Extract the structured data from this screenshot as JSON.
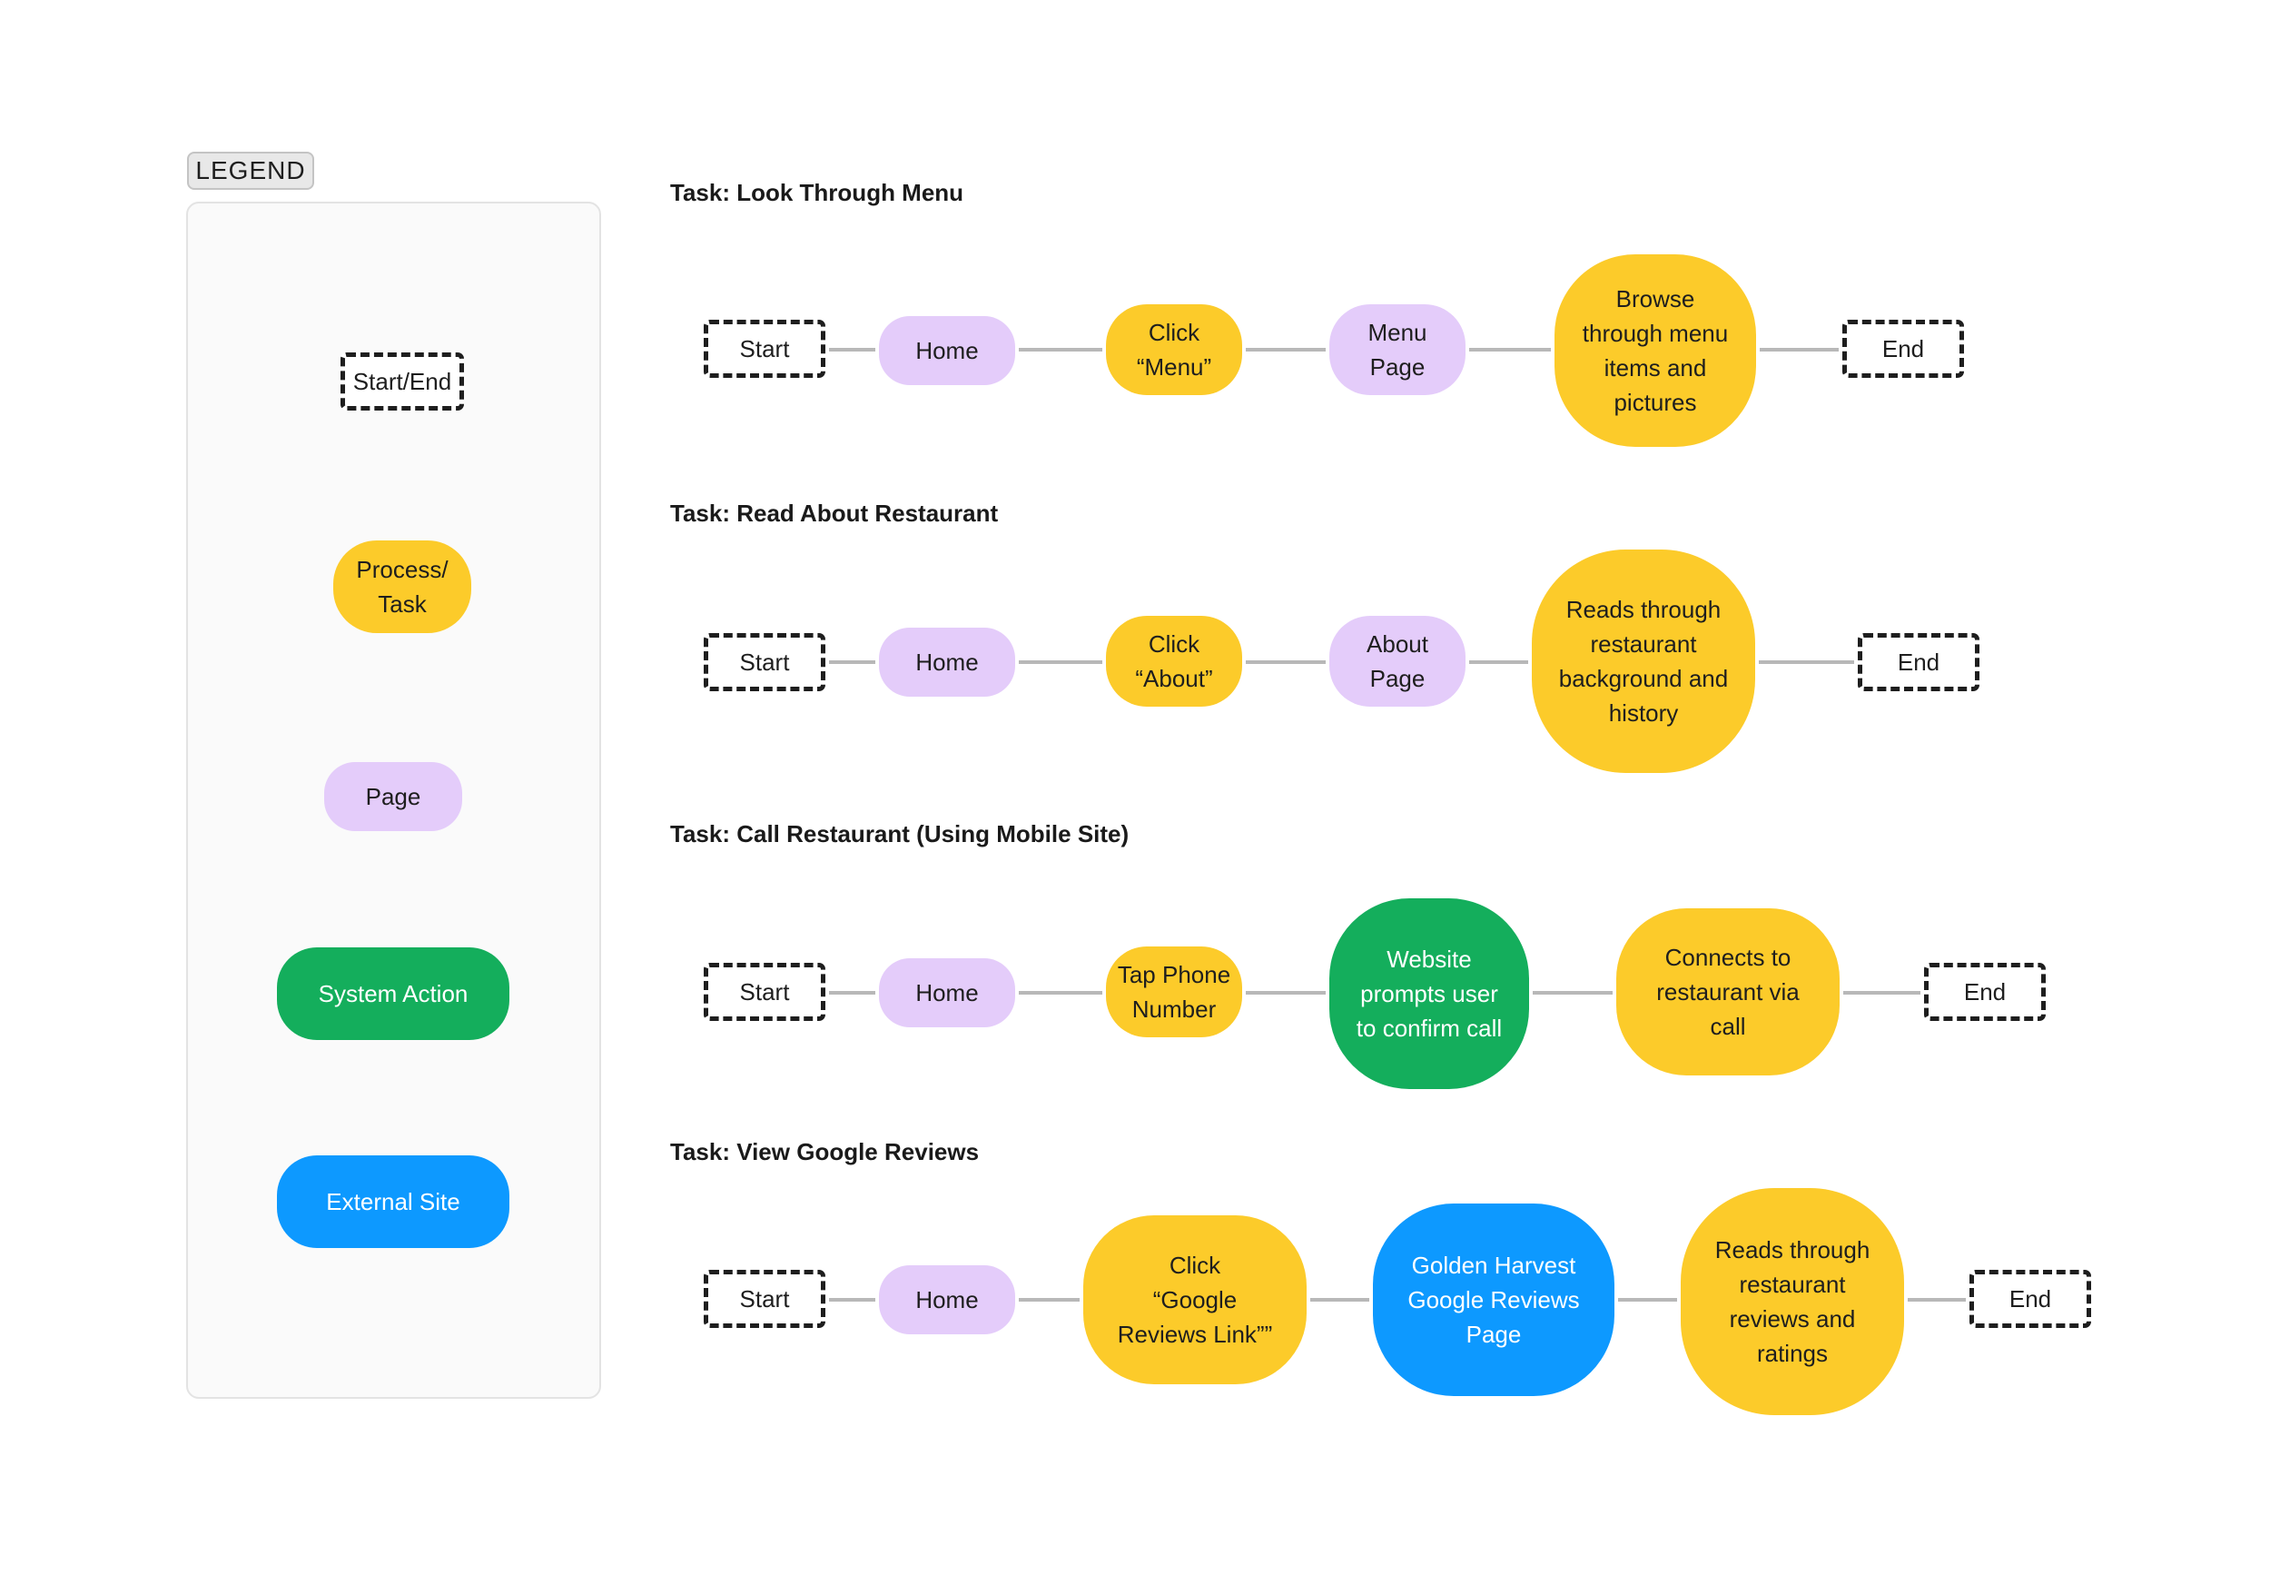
{
  "legend": {
    "title": "LEGEND",
    "items": [
      {
        "kind": "start_end",
        "label": "Start/End"
      },
      {
        "kind": "process_task",
        "label": "Process/\nTask"
      },
      {
        "kind": "page",
        "label": "Page"
      },
      {
        "kind": "system_action",
        "label": "System Action"
      },
      {
        "kind": "external_site",
        "label": "External Site"
      }
    ]
  },
  "colors": {
    "page": "#e4ccfa",
    "process_task": "#fccb2a",
    "system_action": "#14ae5c",
    "external_site": "#0d99ff",
    "connector": "#b8b8b8",
    "start_end_border": "#1e1e1e"
  },
  "flows": [
    {
      "title": "Task: Look Through Menu",
      "nodes": [
        {
          "kind": "start_end",
          "label": "Start"
        },
        {
          "kind": "page",
          "label": "Home"
        },
        {
          "kind": "process_task",
          "label": "Click\n“Menu”"
        },
        {
          "kind": "page",
          "label": "Menu\nPage"
        },
        {
          "kind": "process_task",
          "label": "Browse\nthrough menu\nitems and\npictures"
        },
        {
          "kind": "start_end",
          "label": "End"
        }
      ]
    },
    {
      "title": "Task: Read About Restaurant",
      "nodes": [
        {
          "kind": "start_end",
          "label": "Start"
        },
        {
          "kind": "page",
          "label": "Home"
        },
        {
          "kind": "process_task",
          "label": "Click\n“About”"
        },
        {
          "kind": "page",
          "label": "About\nPage"
        },
        {
          "kind": "process_task",
          "label": "Reads through\nrestaurant\nbackground and\nhistory"
        },
        {
          "kind": "start_end",
          "label": "End"
        }
      ]
    },
    {
      "title": "Task: Call Restaurant (Using Mobile Site)",
      "nodes": [
        {
          "kind": "start_end",
          "label": "Start"
        },
        {
          "kind": "page",
          "label": "Home"
        },
        {
          "kind": "process_task",
          "label": "Tap Phone\nNumber"
        },
        {
          "kind": "system_action",
          "label": "Website\nprompts user\nto confirm call"
        },
        {
          "kind": "process_task",
          "label": "Connects to\nrestaurant via\ncall"
        },
        {
          "kind": "start_end",
          "label": "End"
        }
      ]
    },
    {
      "title": "Task: View Google Reviews",
      "nodes": [
        {
          "kind": "start_end",
          "label": "Start"
        },
        {
          "kind": "page",
          "label": "Home"
        },
        {
          "kind": "process_task",
          "label": "Click\n“Google\nReviews Link””"
        },
        {
          "kind": "external_site",
          "label": "Golden Harvest\nGoogle Reviews\nPage"
        },
        {
          "kind": "process_task",
          "label": "Reads through\nrestaurant\nreviews and\nratings"
        },
        {
          "kind": "start_end",
          "label": "End"
        }
      ]
    }
  ]
}
